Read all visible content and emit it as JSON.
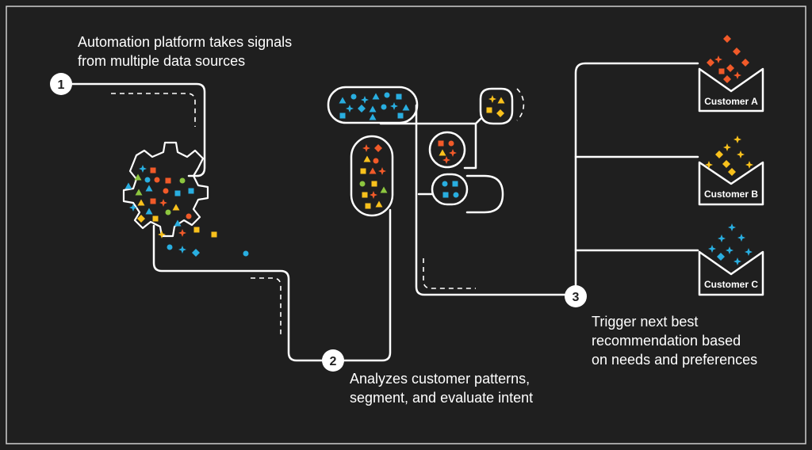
{
  "colors": {
    "background": "#1f1f1f",
    "line": "#ffffff",
    "blue": "#29aee0",
    "orange": "#f15a29",
    "yellow": "#f9c11c",
    "green": "#8dc63f"
  },
  "steps": [
    {
      "number": "1",
      "text": "Automation platform takes signals\nfrom multiple data sources"
    },
    {
      "number": "2",
      "text": "Analyzes customer patterns,\nsegment, and evaluate intent"
    },
    {
      "number": "3",
      "text": "Trigger next best\nrecommendation based\non needs and preferences"
    }
  ],
  "customers": [
    {
      "label": "Customer A"
    },
    {
      "label": "Customer B"
    },
    {
      "label": "Customer C"
    }
  ]
}
